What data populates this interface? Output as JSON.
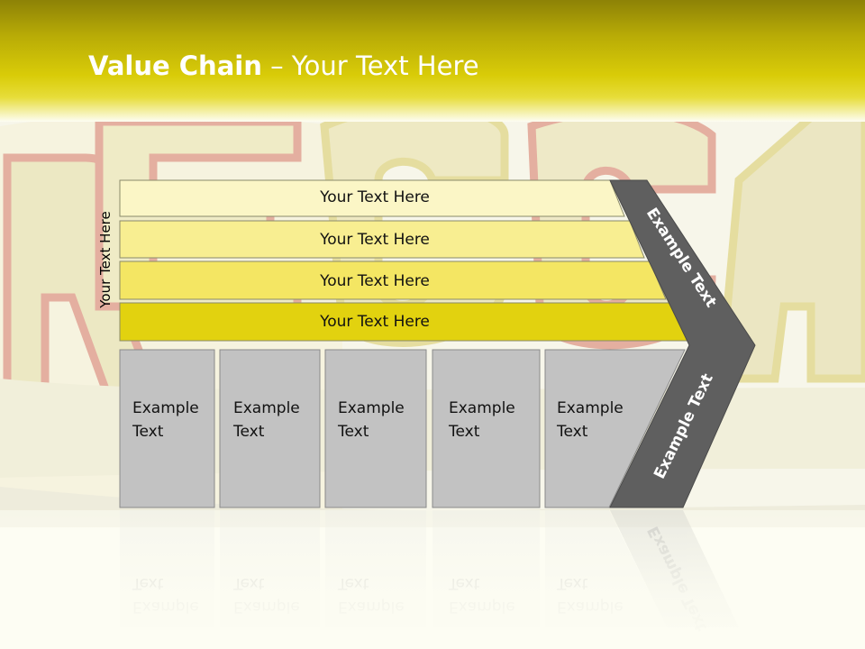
{
  "title": {
    "bold": "Value Chain",
    "rest": " – Your Text Here"
  },
  "side_label": "Your Text Here",
  "rows": [
    {
      "label": "Your Text Here",
      "color": "#fbf6c6"
    },
    {
      "label": "Your Text Here",
      "color": "#f8ee91"
    },
    {
      "label": "Your Text Here",
      "color": "#f4e663"
    },
    {
      "label": "Your Text Here",
      "color": "#e2d20f"
    }
  ],
  "boxes": [
    {
      "line1": "Example",
      "line2": "Text"
    },
    {
      "line1": "Example",
      "line2": "Text"
    },
    {
      "line1": "Example",
      "line2": "Text"
    },
    {
      "line1": "Example",
      "line2": "Text"
    },
    {
      "line1": "Example",
      "line2": "Text"
    }
  ],
  "chevron": {
    "top_label": "Example Text",
    "bottom_label": "Example Text",
    "color": "#5f5f5f"
  },
  "colors": {
    "box_fill": "#c2c2c2",
    "box_border": "#8a8a8a"
  }
}
